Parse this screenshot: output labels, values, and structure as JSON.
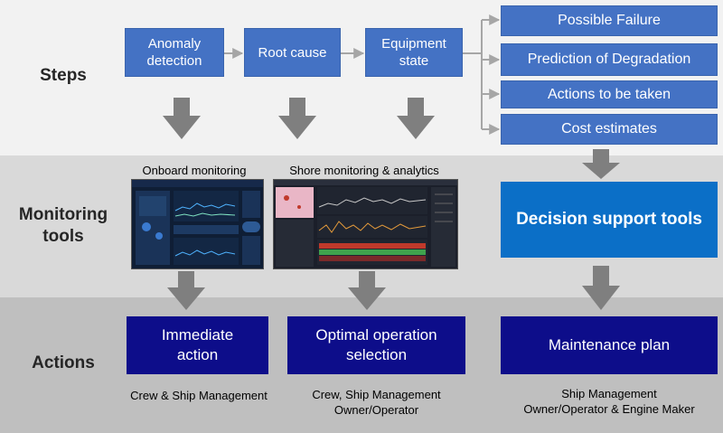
{
  "rows": {
    "steps": "Steps",
    "monitoring_line1": "Monitoring",
    "monitoring_line2": "tools",
    "actions": "Actions"
  },
  "steps": {
    "anomaly_line1": "Anomaly",
    "anomaly_line2": "detection",
    "root_cause": "Root cause",
    "equipment_line1": "Equipment",
    "equipment_line2": "state"
  },
  "results": [
    "Possible Failure",
    "Prediction of Degradation",
    "Actions to be taken",
    "Cost estimates"
  ],
  "monitoring": {
    "onboard_caption": "Onboard monitoring",
    "shore_caption": "Shore monitoring & analytics",
    "decision_support": "Decision support tools"
  },
  "actions": {
    "immediate_line1": "Immediate",
    "immediate_line2": "action",
    "optimal_line1": "Optimal operation",
    "optimal_line2": "selection",
    "maintenance": "Maintenance plan",
    "immediate_caption": "Crew & Ship Management",
    "optimal_caption_line1": "Crew, Ship Management",
    "optimal_caption_line2": "Owner/Operator",
    "maintenance_caption_line1": "Ship Management",
    "maintenance_caption_line2": "Owner/Operator & Engine Maker"
  },
  "colors": {
    "step_blue": "#4472c4",
    "decision_blue": "#0b6fc7",
    "action_navy": "#0d0d8a",
    "arrow_gray": "#7f7f7f",
    "connector_gray": "#a6a6a6"
  }
}
